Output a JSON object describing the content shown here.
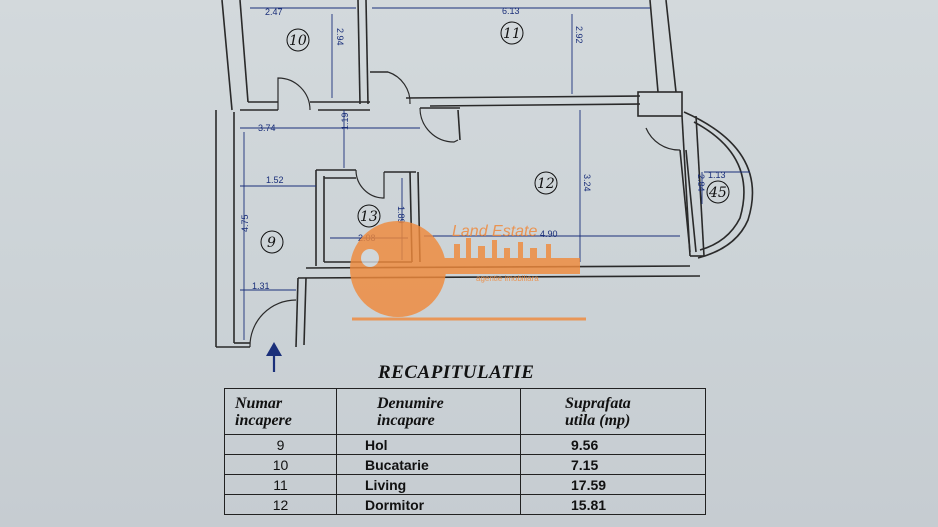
{
  "plan": {
    "dimensions": {
      "d247": "2.47",
      "d613": "6.13",
      "d294": "2.94",
      "d292": "2.92",
      "d374": "3.74",
      "d119": "1.19",
      "d152": "1.52",
      "d475": "4.75",
      "d131": "1.31",
      "d208": "2.08",
      "d189": "1.89",
      "d490": "4.90",
      "d324": "3.24",
      "d284": "2.84",
      "d113": "1.13"
    },
    "rooms": {
      "r9": "9",
      "r10": "10",
      "r11": "11",
      "r12": "12",
      "r13": "13",
      "r45": "45"
    },
    "watermark": {
      "brand": "Land Estate",
      "tagline": "agentie imobiliara"
    }
  },
  "recap": {
    "title": "RECAPITULATIE",
    "headers": {
      "num_line1": "Numar",
      "num_line2": "incapere",
      "name_line1": "Denumire",
      "name_line2": "incapare",
      "area_line1": "Suprafata",
      "area_line2": "utila  (mp)"
    },
    "rows": [
      {
        "num": "9",
        "name": "Hol",
        "area": "9.56"
      },
      {
        "num": "10",
        "name": "Bucatarie",
        "area": "7.15"
      },
      {
        "num": "11",
        "name": "Living",
        "area": "17.59"
      },
      {
        "num": "12",
        "name": "Dormitor",
        "area": "15.81"
      }
    ]
  },
  "colors": {
    "dimension_ink": "#1a2f7a",
    "watermark_orange": "#f08a3c",
    "wall_ink": "#2a2a2a"
  }
}
